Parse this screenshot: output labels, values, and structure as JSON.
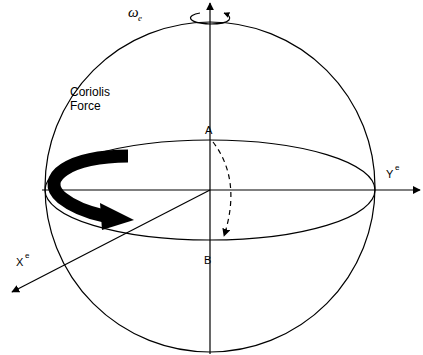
{
  "diagram": {
    "labels": [
      "ω",
      "e",
      "Coriolis Force",
      "A",
      "Y",
      "e",
      "X",
      "e",
      "B"
    ]
  }
}
